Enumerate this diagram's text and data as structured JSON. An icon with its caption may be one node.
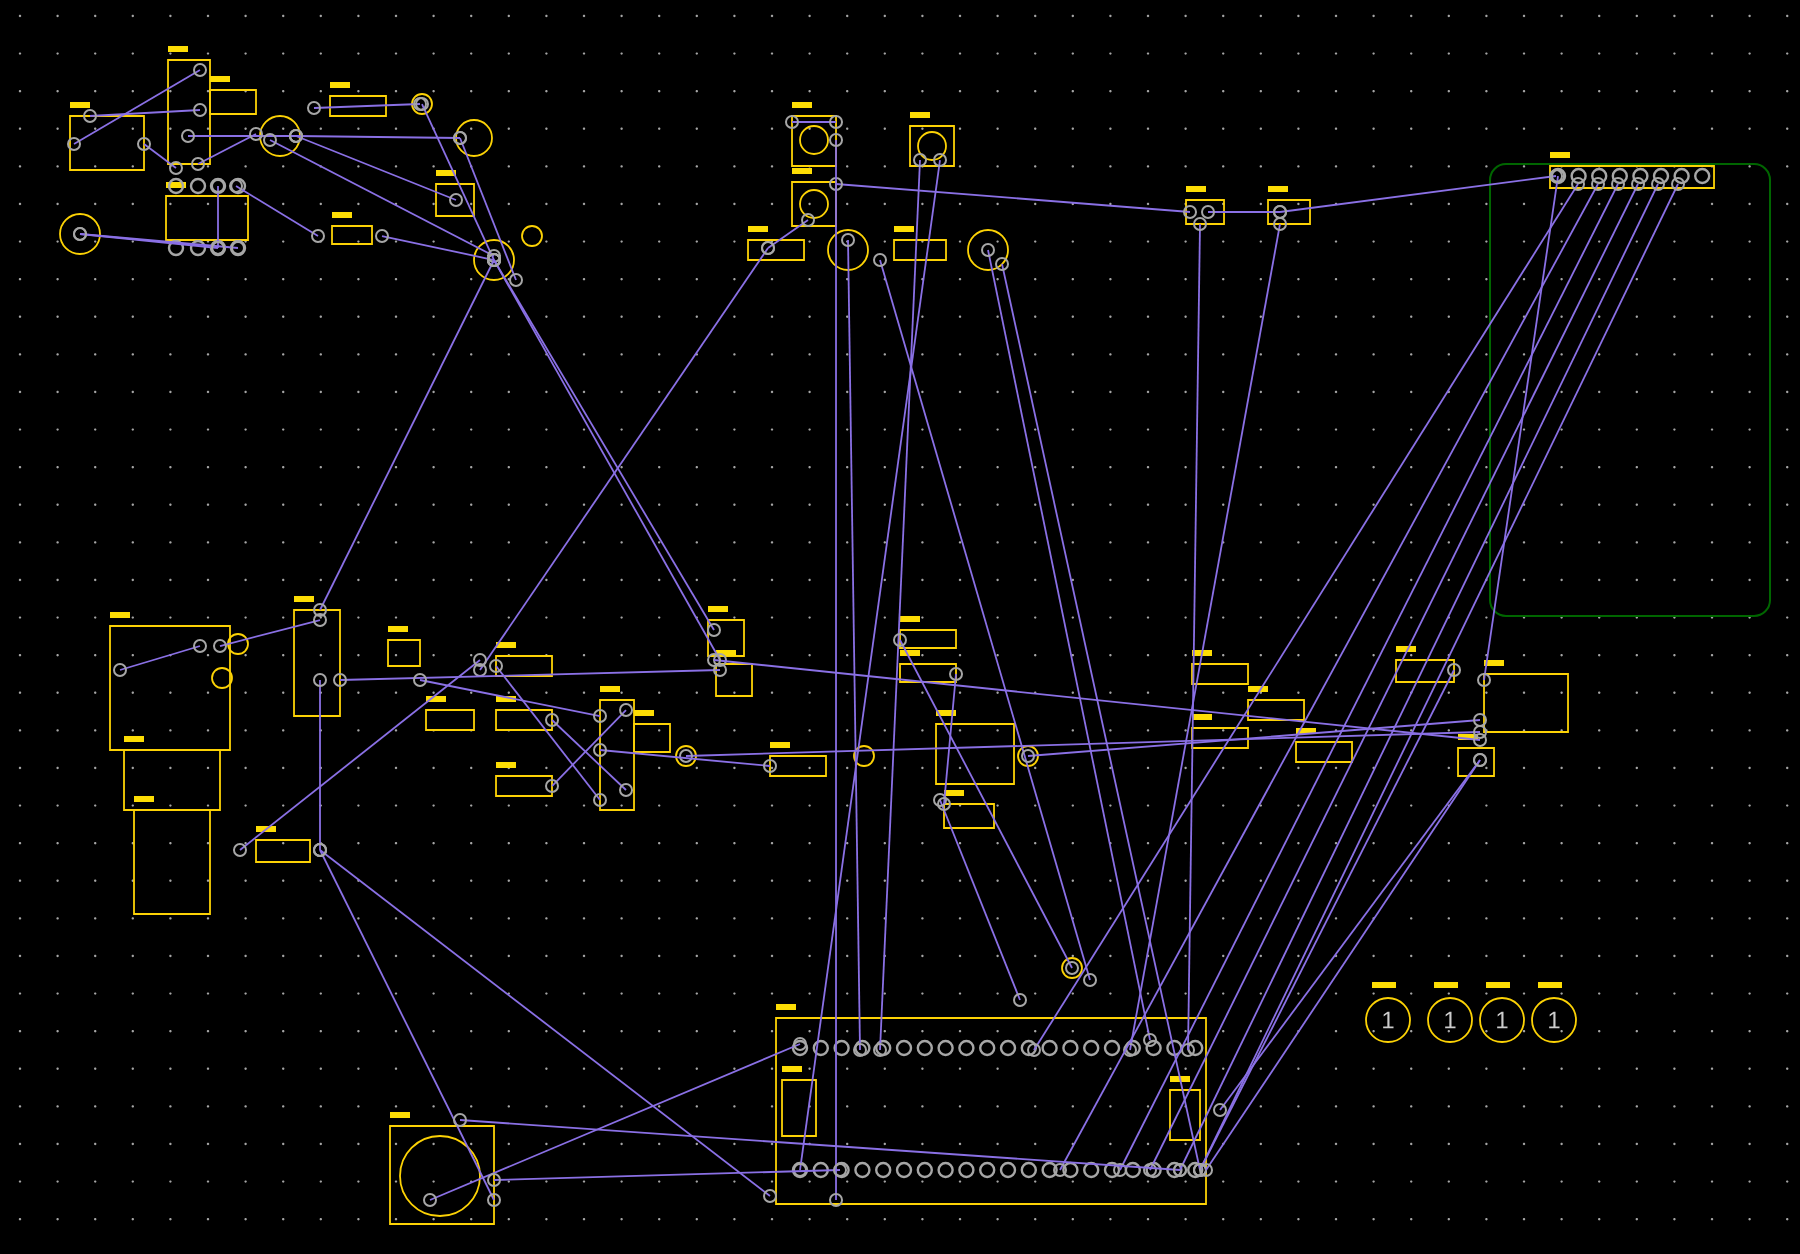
{
  "diagram": {
    "labels": [
      "1",
      "1",
      "1",
      "1"
    ]
  }
}
